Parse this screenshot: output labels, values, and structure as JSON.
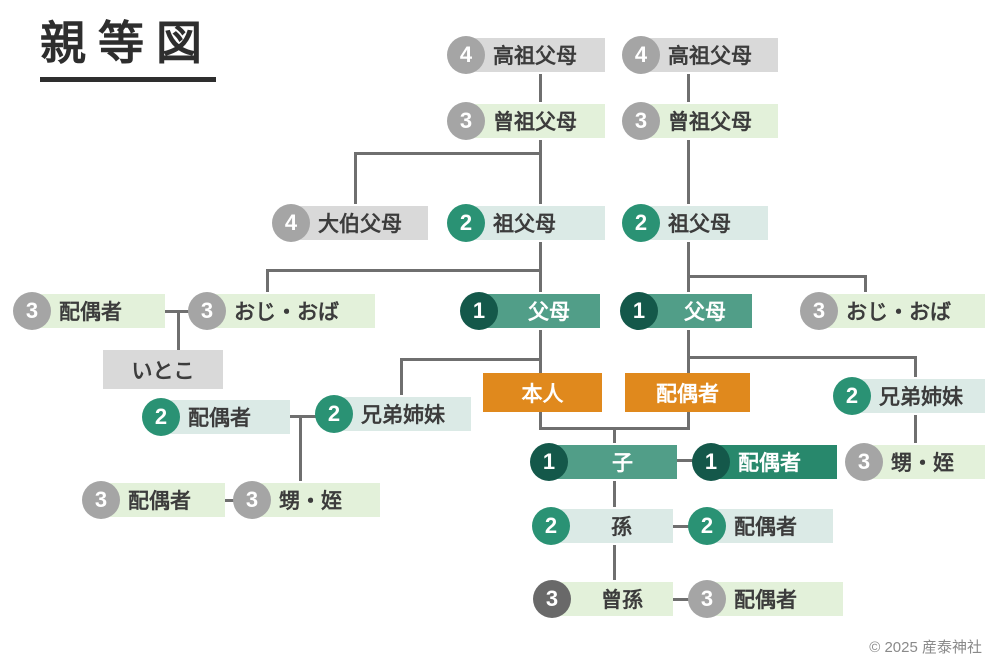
{
  "title": "親等図",
  "copyright": "© 2025 産泰神社",
  "colors": {
    "line": "#6f6f6f",
    "circle_gray": "#a5a5a5",
    "circle_gray_dark": "#696969",
    "circle_green": "#2a9274",
    "circle_green_dark": "#14584a",
    "box_gray": "#d9d9d9",
    "box_green_pale": "#e3f1da",
    "box_teal_pale": "#dbeae6",
    "box_teal": "#519e88",
    "box_green_deep": "#28886c",
    "box_orange": "#e0891d",
    "text_dark": "#3c3c3c"
  },
  "nodes": {
    "kosofubo1": {
      "num": "4",
      "label": "高祖父母"
    },
    "kosofubo2": {
      "num": "4",
      "label": "高祖父母"
    },
    "sosofubo1": {
      "num": "3",
      "label": "曾祖父母"
    },
    "sosofubo2": {
      "num": "3",
      "label": "曾祖父母"
    },
    "oofubo": {
      "num": "4",
      "label": "大伯父母"
    },
    "sofubo1": {
      "num": "2",
      "label": "祖父母"
    },
    "sofubo2": {
      "num": "2",
      "label": "祖父母"
    },
    "spouse3a": {
      "num": "3",
      "label": "配偶者"
    },
    "ojioba1": {
      "num": "3",
      "label": "おじ・おば"
    },
    "fubo1": {
      "num": "1",
      "label": "父母"
    },
    "fubo2": {
      "num": "1",
      "label": "父母"
    },
    "ojioba2": {
      "num": "3",
      "label": "おじ・おば"
    },
    "itoko": {
      "label": "いとこ"
    },
    "honnin": {
      "label": "本人"
    },
    "spouseMain": {
      "label": "配偶者"
    },
    "kyodai2": {
      "num": "2",
      "label": "兄弟姉妹"
    },
    "spouse2a": {
      "num": "2",
      "label": "配偶者"
    },
    "kyodai1": {
      "num": "2",
      "label": "兄弟姉妹"
    },
    "spouse3b": {
      "num": "3",
      "label": "配偶者"
    },
    "oimei1": {
      "num": "3",
      "label": "甥・姪"
    },
    "ko": {
      "num": "1",
      "label": "子"
    },
    "spouse1": {
      "num": "1",
      "label": "配偶者"
    },
    "oimei2": {
      "num": "3",
      "label": "甥・姪"
    },
    "mago": {
      "num": "2",
      "label": "孫"
    },
    "spouse2b": {
      "num": "2",
      "label": "配偶者"
    },
    "himago": {
      "num": "3",
      "label": "曾孫"
    },
    "spouse3c": {
      "num": "3",
      "label": "配偶者"
    }
  }
}
